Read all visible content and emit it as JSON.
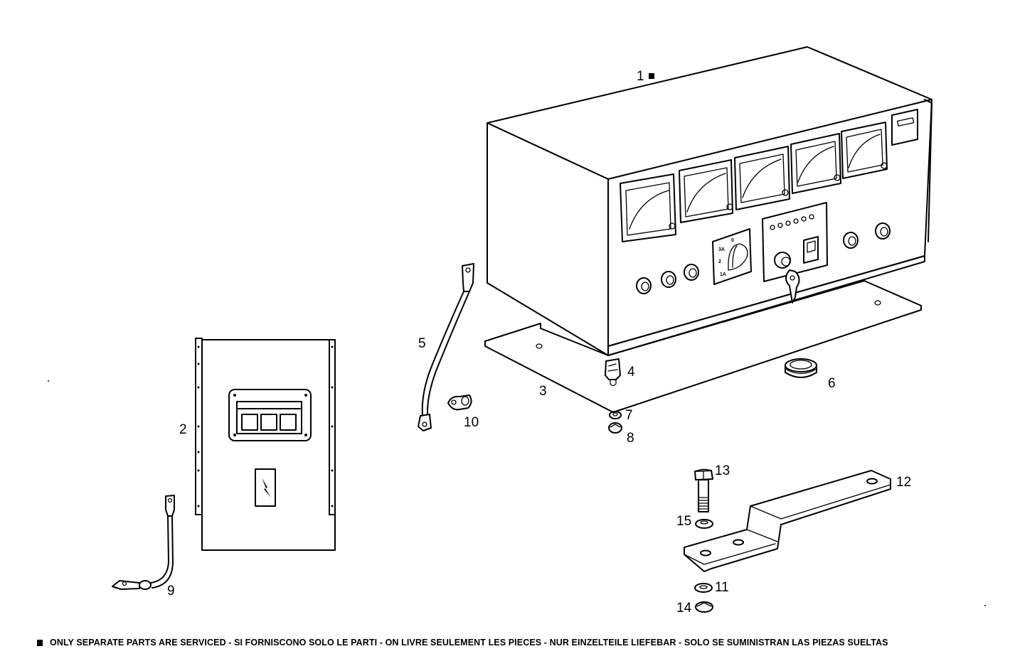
{
  "diagram": {
    "type": "exploded-parts-view",
    "subject": "Generator control panel assembly",
    "callouts": [
      {
        "id": "1",
        "label": "1",
        "part": "control-panel-box",
        "marker": "serviced-as-separate-parts"
      },
      {
        "id": "2",
        "label": "2",
        "part": "circuit-breaker-panel"
      },
      {
        "id": "3",
        "label": "3",
        "part": "base-plate"
      },
      {
        "id": "4",
        "label": "4",
        "part": "anti-vibration-mount"
      },
      {
        "id": "5",
        "label": "5",
        "part": "ground-cable-long"
      },
      {
        "id": "6",
        "label": "6",
        "part": "cable-grommet"
      },
      {
        "id": "7",
        "label": "7",
        "part": "washer"
      },
      {
        "id": "8",
        "label": "8",
        "part": "nut"
      },
      {
        "id": "9",
        "label": "9",
        "part": "ground-cable-short"
      },
      {
        "id": "10",
        "label": "10",
        "part": "cable-clamp"
      },
      {
        "id": "11",
        "label": "11",
        "part": "washer"
      },
      {
        "id": "12",
        "label": "12",
        "part": "mounting-bracket"
      },
      {
        "id": "13",
        "label": "13",
        "part": "hex-bolt"
      },
      {
        "id": "14",
        "label": "14",
        "part": "nut"
      },
      {
        "id": "15",
        "label": "15",
        "part": "washer"
      }
    ],
    "selector_switch_labels": [
      "0",
      "3A",
      "2",
      "1A"
    ],
    "gauges_count": 5,
    "indicator_lights_count": 6
  },
  "footer": {
    "note": "ONLY SEPARATE PARTS ARE SERVICED - SI FORNISCONO SOLO LE PARTI - ON LIVRE SEULEMENT LES PIECES - NUR EINZELTEILE LIEFEBAR - SOLO SE SUMINISTRAN LAS PIEZAS SUELTAS"
  }
}
